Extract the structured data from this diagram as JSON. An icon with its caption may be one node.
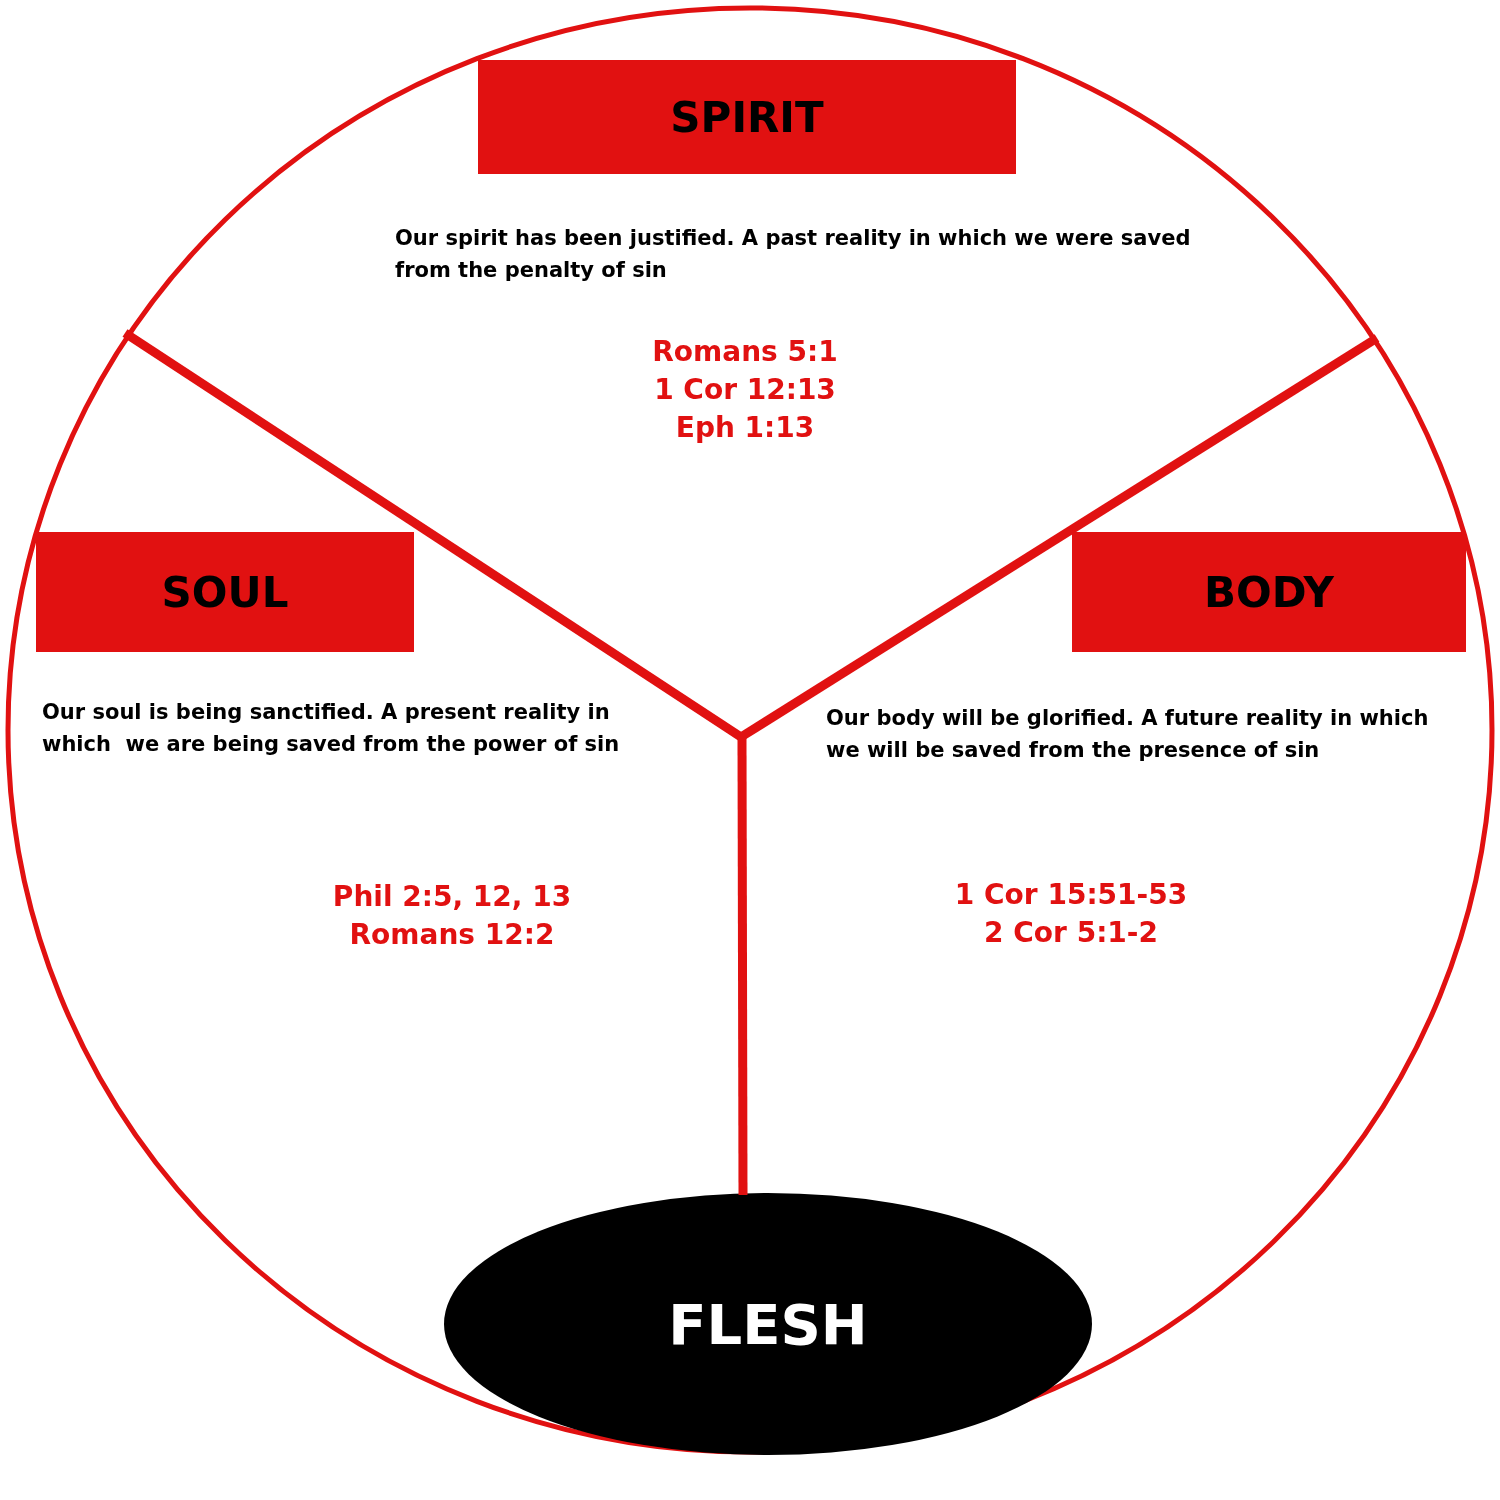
{
  "diagram": {
    "nodes": [
      {
        "text": [],
        "shape": "circle"
      },
      {
        "text": [
          "SPIRIT"
        ],
        "in": 0,
        "beside": [
          "Our spirit has been justified. A past reality in which we were saved from the penalty of sin",
          "Romans 5:1",
          "1 Cor 12:13",
          "Eph 1:13"
        ]
      },
      {
        "text": [
          "SOUL"
        ],
        "in": 0,
        "beside": [
          "Our soul is being sanctified. A present reality in which  we are being saved from the power of sin",
          "Phil 2:5, 12, 13",
          "Romans 12:2"
        ]
      },
      {
        "text": [
          "BODY"
        ],
        "in": 0,
        "beside": [
          "Our body will be glorified. A future reality in which we will be saved from the presence of sin",
          "1 Cor 15:51-53",
          "2 Cor 5:1-2"
        ]
      },
      {
        "text": [
          "FLESH"
        ],
        "in": 0
      }
    ]
  }
}
